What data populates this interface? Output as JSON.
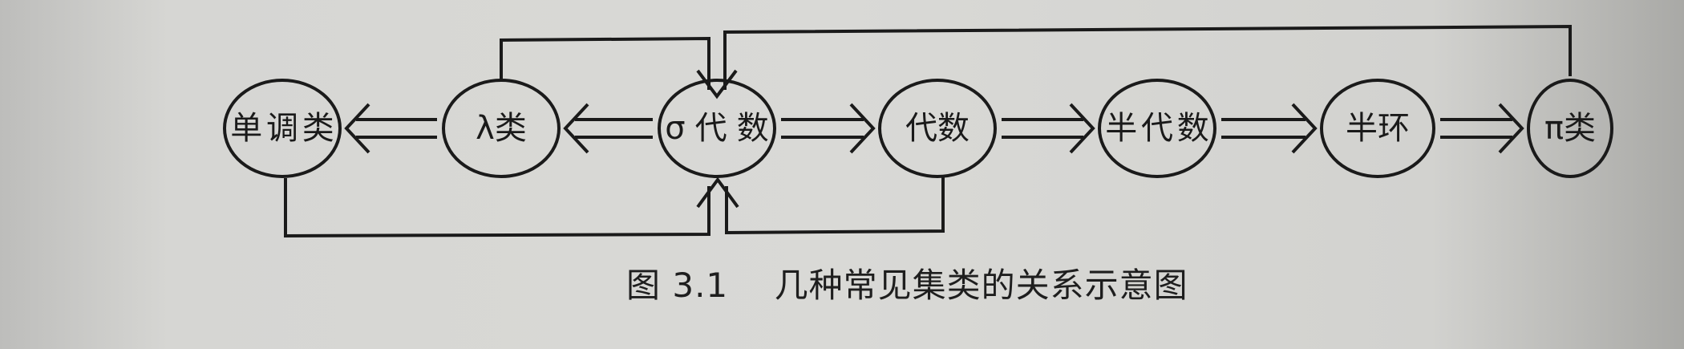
{
  "diagram": {
    "nodes": [
      {
        "id": "monotone",
        "label": "单调类"
      },
      {
        "id": "lambda",
        "label": "λ类"
      },
      {
        "id": "sigma",
        "label": "σ代数"
      },
      {
        "id": "algebra",
        "label": "代数"
      },
      {
        "id": "semialgebra",
        "label": "半代数"
      },
      {
        "id": "semiring",
        "label": "半环"
      },
      {
        "id": "pi",
        "label": "π类"
      }
    ],
    "edges": [
      {
        "from": "lambda",
        "to": "monotone",
        "type": "implies"
      },
      {
        "from": "sigma",
        "to": "lambda",
        "type": "implies"
      },
      {
        "from": "sigma",
        "to": "algebra",
        "type": "implies"
      },
      {
        "from": "algebra",
        "to": "semialgebra",
        "type": "implies"
      },
      {
        "from": "semialgebra",
        "to": "semiring",
        "type": "implies"
      },
      {
        "from": "semiring",
        "to": "pi",
        "type": "implies"
      },
      {
        "from": [
          "lambda",
          "pi"
        ],
        "to": "sigma",
        "type": "implies-combined"
      },
      {
        "from": [
          "monotone",
          "algebra"
        ],
        "to": "sigma",
        "type": "implies-combined"
      }
    ]
  },
  "caption": {
    "number": "图 3.1",
    "text": "几种常见集类的关系示意图"
  }
}
